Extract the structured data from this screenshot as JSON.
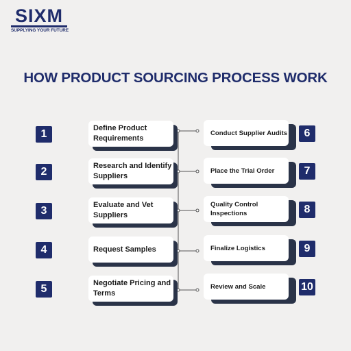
{
  "brand": {
    "name": "SIXM",
    "tagline": "SUPPLYING YOUR FUTURE"
  },
  "title": "HOW PRODUCT SOURCING PROCESS WORK",
  "colors": {
    "navy": "#1f2c6b",
    "background": "#f1f0ef",
    "card": "#ffffff",
    "card_shadow": "#2a3348"
  },
  "steps_left": [
    {
      "num": "1",
      "label": "Define Product Requirements"
    },
    {
      "num": "2",
      "label": "Research and Identify Suppliers"
    },
    {
      "num": "3",
      "label": "Evaluate and Vet Suppliers"
    },
    {
      "num": "4",
      "label": "Request Samples"
    },
    {
      "num": "5",
      "label": "Negotiate Pricing and Terms"
    }
  ],
  "steps_right": [
    {
      "num": "6",
      "label": "Conduct Supplier Audits"
    },
    {
      "num": "7",
      "label": "Place the Trial Order"
    },
    {
      "num": "8",
      "label": "Quality Control Inspections"
    },
    {
      "num": "9",
      "label": "Finalize Logistics"
    },
    {
      "num": "10",
      "label": "Review and Scale"
    }
  ]
}
